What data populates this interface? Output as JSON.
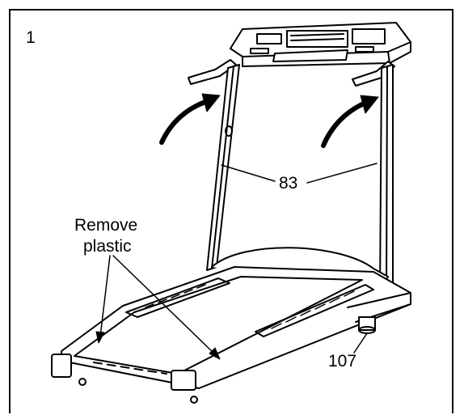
{
  "step": {
    "number": "1"
  },
  "callouts": {
    "remove_plastic_line1": "Remove",
    "remove_plastic_line2": "plastic",
    "part_83": "83",
    "part_107": "107"
  }
}
